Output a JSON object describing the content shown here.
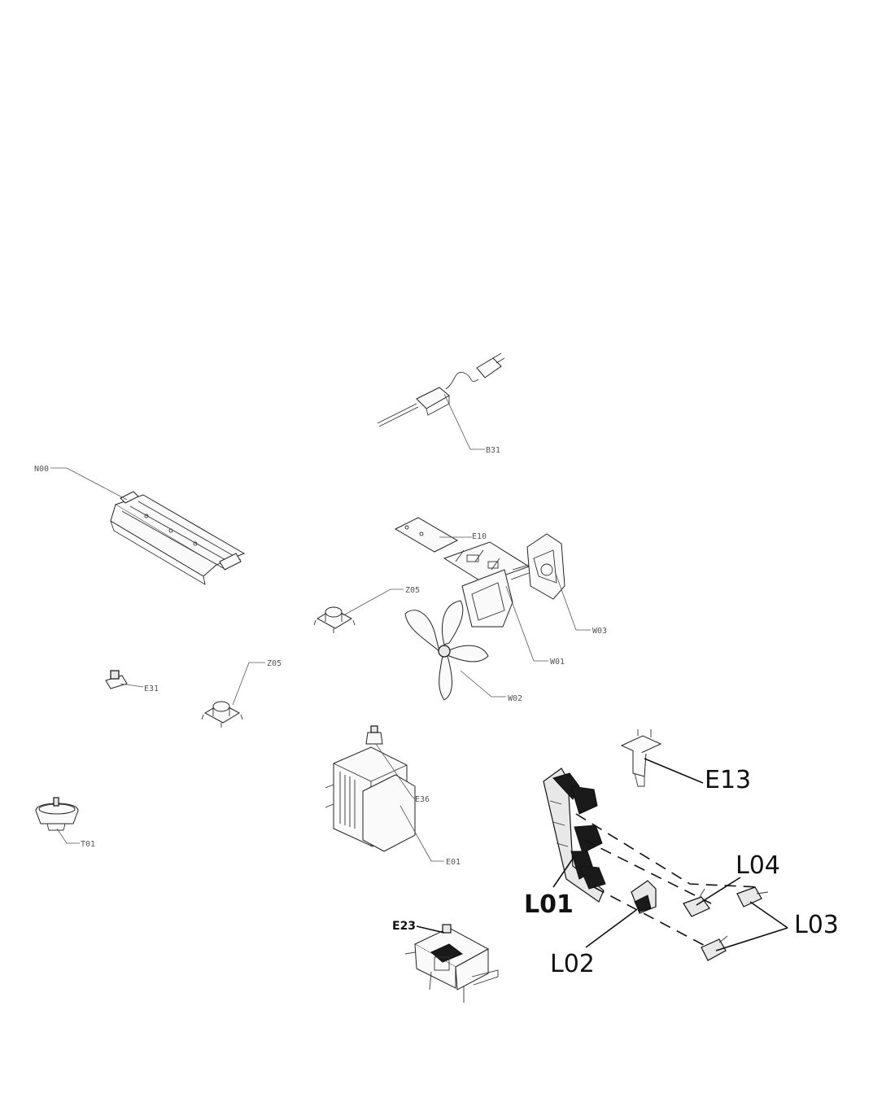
{
  "labels": {
    "b31": "B31",
    "n00": "N00",
    "e10": "E10",
    "w03": "W03",
    "z05_a": "Z05",
    "w01": "W01",
    "w02": "W02",
    "z05_b": "Z05",
    "e31": "E31",
    "e36": "E36",
    "e01": "E01",
    "t01": "T01",
    "e13": "E13",
    "l04": "L04",
    "l01": "L01",
    "l03": "L03",
    "l02": "L02",
    "e23": "E23"
  }
}
